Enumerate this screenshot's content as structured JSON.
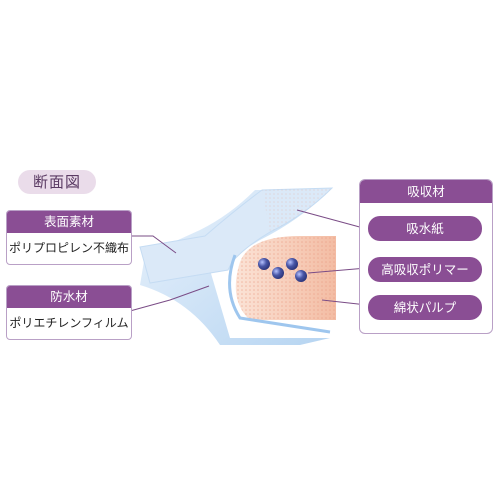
{
  "title": "断面図",
  "left_top": {
    "header": "表面素材",
    "body": "ポリプロピレン不織布"
  },
  "left_bottom": {
    "header": "防水材",
    "body": "ポリエチレンフィルム"
  },
  "right": {
    "header": "吸収材",
    "items": [
      "吸水紙",
      "高吸収ポリマー",
      "綿状パルプ"
    ]
  },
  "colors": {
    "accent": "#8a4e94",
    "pill_bg": "#eadcea",
    "film": "#bcd8f2",
    "pulp": "#f5c7ae",
    "polymer": "#4856a6"
  }
}
